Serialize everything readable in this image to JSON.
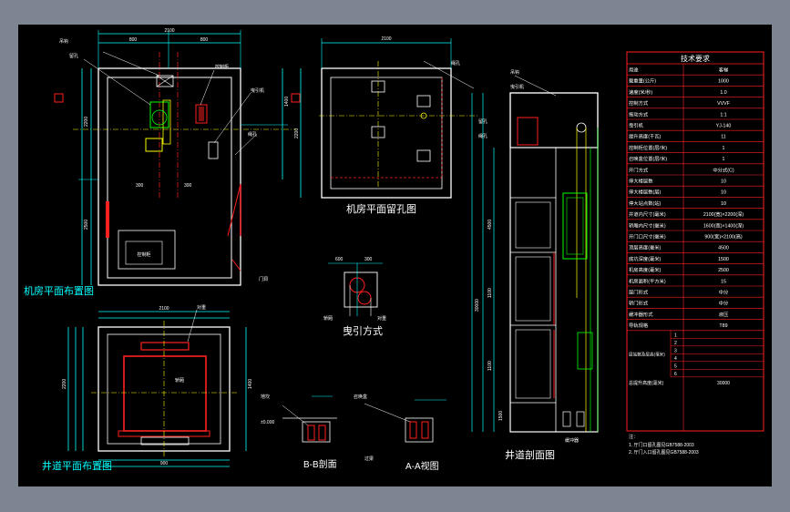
{
  "colors": {
    "background": "#000000",
    "frame": "#7d8593",
    "white": "#ffffff",
    "cyan": "#00ffff",
    "red": "#ff2020",
    "yellow": "#ffff00",
    "green": "#00ff00",
    "magenta": "#ff00ff"
  },
  "views": {
    "machine_room_layout": "机房平面布置图",
    "machine_room_holes": "机房平面留孔图",
    "traction_method": "曳引方式",
    "hoistway_layout": "井道平面布置图",
    "section_bb": "B-B剖面",
    "view_aa": "A-A视图",
    "hoistway_section": "井道剖面图"
  },
  "tech_table": {
    "title": "技术要求",
    "rows": [
      {
        "label": "用途",
        "value": "客梯"
      },
      {
        "label": "载重量(公斤)",
        "value": "1000"
      },
      {
        "label": "速度(米/秒)",
        "value": "1.0"
      },
      {
        "label": "控制方式",
        "value": "VVVF"
      },
      {
        "label": "拖动方式",
        "value": "1:1"
      },
      {
        "label": "曳引机",
        "value": "YJ-140"
      },
      {
        "label": "提升高度(千瓦)",
        "value": "11"
      },
      {
        "label": "控制柜位置(层/米)",
        "value": "1"
      },
      {
        "label": "召唤盒位置(层/米)",
        "value": "1"
      },
      {
        "label": "开门方式",
        "value": "中分式(C)"
      },
      {
        "label": "停大楼层数",
        "value": "10"
      },
      {
        "label": "停大楼层数(层)",
        "value": "10"
      },
      {
        "label": "停大站点数(站)",
        "value": "10"
      },
      {
        "label": "井道内尺寸(毫米)",
        "value": "2100(宽)×2200(深)"
      },
      {
        "label": "轿厢内尺寸(毫米)",
        "value": "1600(宽)×1400(深)"
      },
      {
        "label": "开门口尺寸(毫米)",
        "value": "900(宽)×2100(高)"
      },
      {
        "label": "顶层高度(毫米)",
        "value": "4500"
      },
      {
        "label": "底坑深度(毫米)",
        "value": "1500"
      },
      {
        "label": "机房高度(毫米)",
        "value": "2500"
      },
      {
        "label": "机房面积(平方米)",
        "value": "15"
      },
      {
        "label": "层门形式",
        "value": "中分"
      },
      {
        "label": "轿门形式",
        "value": "中分"
      },
      {
        "label": "缓冲器形式",
        "value": "液压"
      },
      {
        "label": "导轨规格",
        "value": "T89"
      }
    ],
    "group_label": "层站数及层高(毫米)",
    "floors": [
      "1",
      "2",
      "3",
      "4",
      "5",
      "6"
    ],
    "last_label": "总提升高度(毫米)",
    "last_value": "30000",
    "notes_title": "注：",
    "notes": [
      "1. 厅门口留孔图见GB7588-2003",
      "2. 厅门入口留孔图见GB7588-2003"
    ]
  },
  "labels": {
    "anchor_hook": "吊钩",
    "control_cabinet": "控制柜",
    "machine_base": "曳引机",
    "hoist_hole": "留孔",
    "rope_hole": "绳孔",
    "door_pit": "门洞",
    "car": "轿厢",
    "counterweight": "对重",
    "sill": "地坎",
    "buffer": "缓冲器",
    "lintel": "过梁",
    "hall_button": "召唤盒"
  },
  "dims": {
    "d1": "2100",
    "d2": "2200",
    "d3": "1600",
    "d4": "1400",
    "d5": "900",
    "d6": "4500",
    "d7": "1500",
    "d8": "2500",
    "d9": "300",
    "d10": "600",
    "d11": "800",
    "d12": "1100",
    "d13": "±0.000"
  }
}
